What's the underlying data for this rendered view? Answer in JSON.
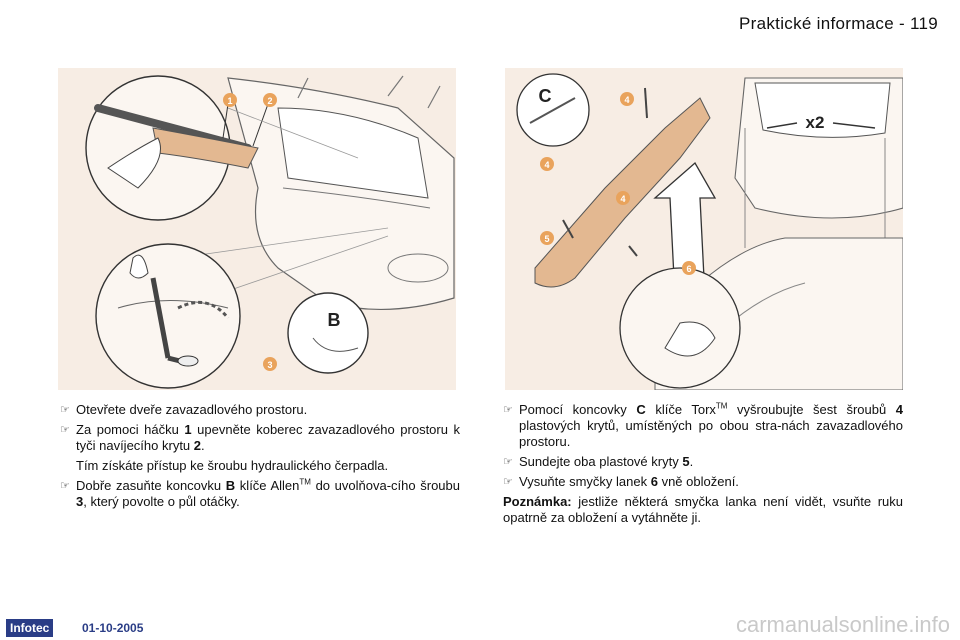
{
  "header": {
    "title": "Praktické informace - 119"
  },
  "figures": {
    "left": {
      "callouts": [
        "1",
        "2",
        "3"
      ],
      "detail_label": "B"
    },
    "right": {
      "callouts": [
        "4",
        "4",
        "4",
        "5",
        "6"
      ],
      "detail_label": "C",
      "multiplier": "x2"
    }
  },
  "left_column": {
    "bullet_symbol": "☞",
    "item1": "Otevřete dveře zavazadlového prostoru.",
    "item2_a": "Za pomoci háčku ",
    "item2_b": "1",
    "item2_c": " upevněte koberec zavazadlového prostoru k tyči navíjecího krytu ",
    "item2_d": "2",
    "item2_e": ".",
    "subtext": "Tím získáte přístup ke šroubu hydraulického čerpadla.",
    "item3_a": "Dobře zasuňte koncovku ",
    "item3_b": "B",
    "item3_c": " klíče Allen",
    "item3_tm": "TM",
    "item3_d": " do uvolňova-cího šroubu ",
    "item3_e": "3",
    "item3_f": ", který povolte o půl otáčky."
  },
  "right_column": {
    "item1_a": "Pomocí koncovky ",
    "item1_b": "C",
    "item1_c": " klíče Torx",
    "item1_tm": "TM",
    "item1_d": " vyšroubujte šest šroubů ",
    "item1_e": "4",
    "item1_f": " plastových krytů, umístěných po obou stra-nách zavazadlového prostoru.",
    "item2_a": "Sundejte oba plastové kryty ",
    "item2_b": "5",
    "item2_c": ".",
    "item3_a": "Vysuňte smyčky lanek ",
    "item3_b": "6",
    "item3_c": " vně obložení.",
    "note_label": "Poznámka:",
    "note_text": " jestliže některá smyčka lanka není vidět, vsuňte ruku opatrně za obložení a vytáhněte ji."
  },
  "footer": {
    "logo": "Infotec",
    "date": "01-10-2005",
    "watermark": "carmanualsonline.info"
  }
}
